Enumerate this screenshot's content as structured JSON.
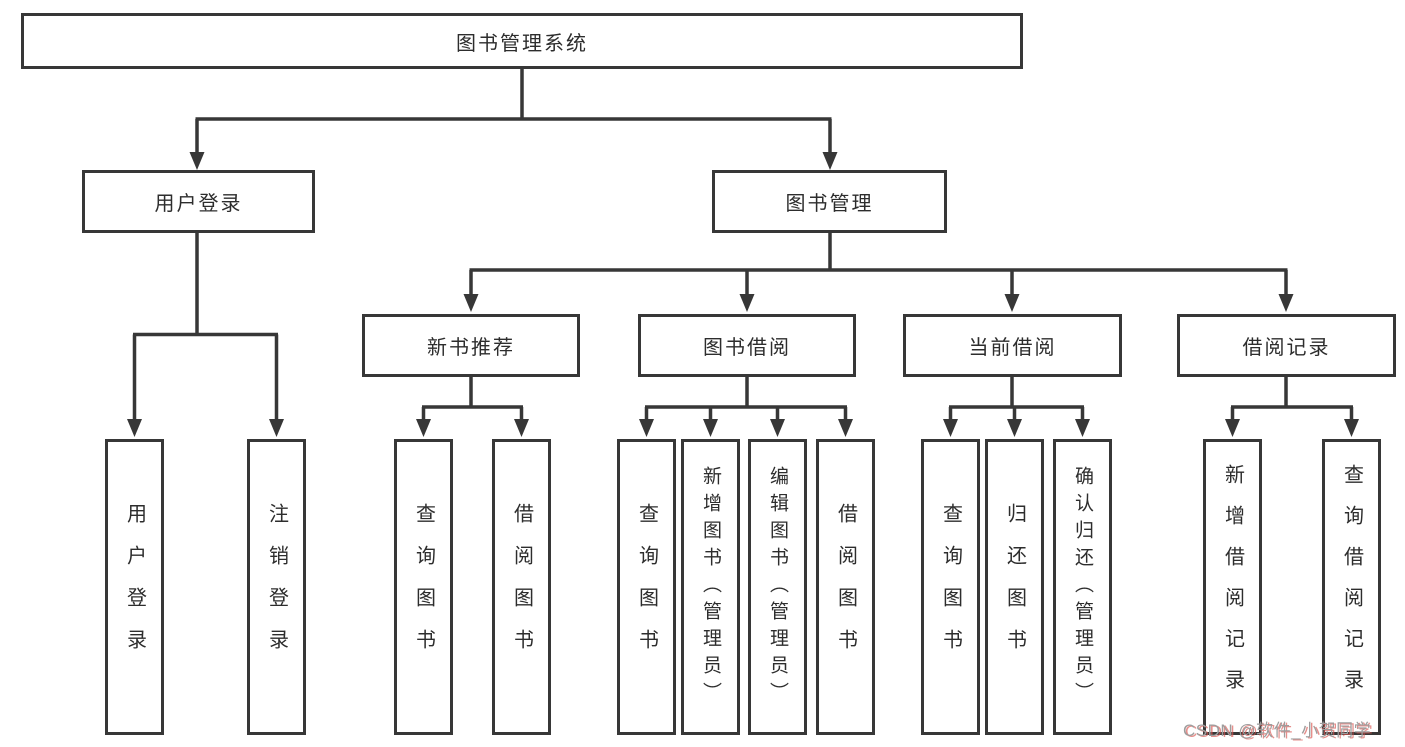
{
  "diagram": {
    "title_node": {
      "label": "图书管理系统"
    },
    "level2": [
      {
        "label": "用户登录"
      },
      {
        "label": "图书管理"
      }
    ],
    "level3": [
      {
        "label": "新书推荐",
        "parent": "图书管理"
      },
      {
        "label": "图书借阅",
        "parent": "图书管理"
      },
      {
        "label": "当前借阅",
        "parent": "图书管理"
      },
      {
        "label": "借阅记录",
        "parent": "图书管理"
      }
    ],
    "leaves": [
      {
        "label": "用户登录",
        "parent": "用户登录"
      },
      {
        "label": "注销登录",
        "parent": "用户登录"
      },
      {
        "label": "查询图书",
        "parent": "新书推荐"
      },
      {
        "label": "借阅图书",
        "parent": "新书推荐"
      },
      {
        "label": "查询图书",
        "parent": "图书借阅"
      },
      {
        "label": "新增图书（管理员）",
        "parent": "图书借阅"
      },
      {
        "label": "编辑图书（管理员）",
        "parent": "图书借阅"
      },
      {
        "label": "借阅图书",
        "parent": "图书借阅"
      },
      {
        "label": "查询图书",
        "parent": "当前借阅"
      },
      {
        "label": "归还图书",
        "parent": "当前借阅"
      },
      {
        "label": "确认归还（管理员）",
        "parent": "当前借阅"
      },
      {
        "label": "新增借阅记录",
        "parent": "借阅记录"
      },
      {
        "label": "查询借阅记录",
        "parent": "借阅记录"
      }
    ],
    "watermark": "CSDN @软件_小贺同学",
    "colors": {
      "line": "#373737",
      "box_border": "#373737",
      "text": "#2d2d2d",
      "background": "#ffffff",
      "watermark_text": "#9d9d9d",
      "watermark_accent": "#d9534f"
    }
  }
}
